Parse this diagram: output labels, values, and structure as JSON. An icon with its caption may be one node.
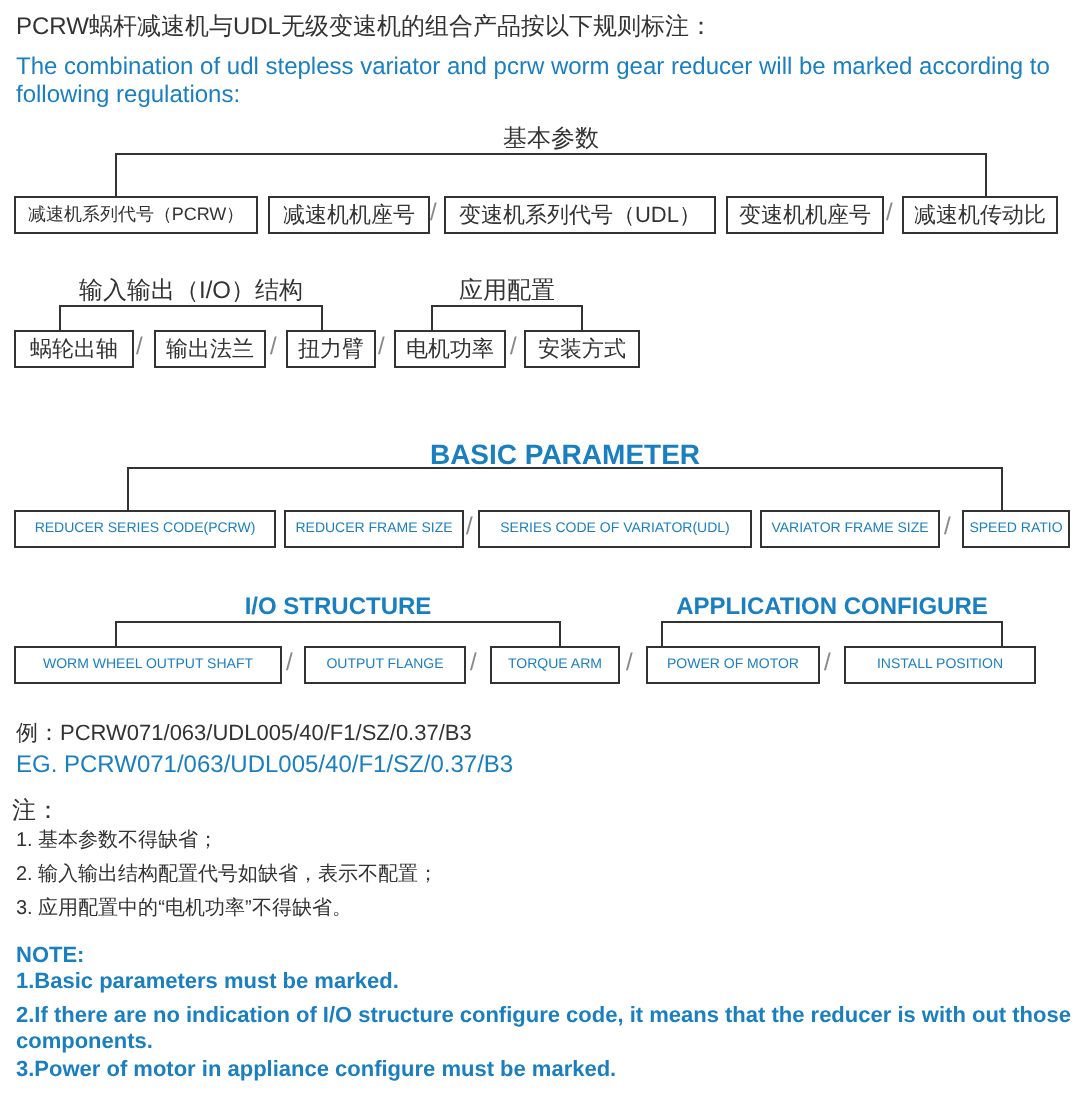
{
  "diagram": {
    "title": "PCRW蜗杆减速机与UDL无级变速机的组合产品按以下规则标注：",
    "nodes": [
      {
        "text": [
          "减速机系列代号（PCRW）"
        ]
      },
      {
        "text": [
          "减速机机座号"
        ]
      },
      {
        "text": [
          "变速机系列代号（UDL）"
        ]
      },
      {
        "text": [
          "变速机机座号"
        ]
      },
      {
        "text": [
          "减速机传动比"
        ]
      },
      {
        "text": [
          "蜗轮出轴"
        ]
      },
      {
        "text": [
          "输出法兰"
        ]
      },
      {
        "text": [
          "扭力臂"
        ]
      },
      {
        "text": [
          "电机功率"
        ]
      },
      {
        "text": [
          "安装方式"
        ]
      },
      {
        "text": [
          "REDUCER SERIES CODE(PCRW)"
        ]
      },
      {
        "text": [
          "REDUCER FRAME SIZE"
        ]
      },
      {
        "text": [
          "SERIES CODE OF VARIATOR(UDL)"
        ]
      },
      {
        "text": [
          "VARIATOR FRAME SIZE"
        ]
      },
      {
        "text": [
          "SPEED RATIO"
        ]
      },
      {
        "text": [
          "WORM WHEEL OUTPUT SHAFT"
        ]
      },
      {
        "text": [
          "OUTPUT FLANGE"
        ]
      },
      {
        "text": [
          "TORQUE ARM"
        ]
      },
      {
        "text": [
          "POWER OF MOTOR"
        ]
      },
      {
        "text": [
          "INSTALL POSITION"
        ]
      }
    ],
    "labels": [
      "The combination of udl stepless variator and pcrw worm gear reducer will be marked according to following regulations:",
      "基本参数",
      "/",
      "/",
      "输入输出（I/O）结构",
      "应用配置",
      "/",
      "/",
      "/",
      "/",
      "BASIC PARAMETER",
      "/",
      "/",
      "I/O STRUCTURE",
      "APPLICATION CONFIGURE",
      "/",
      "/",
      "/",
      "/",
      "例：PCRW071/063/UDL005/40/F1/SZ/0.37/B3",
      "EG. PCRW071/063/UDL005/40/F1/SZ/0.37/B3",
      "注：",
      "1. 基本参数不得缺省；",
      "2. 输入输出结构配置代号如缺省，表示不配置；",
      "3. 应用配置中的“电机功率”不得缺省。",
      "NOTE:",
      "1.Basic parameters must be marked.",
      "2.If there are no indication of I/O structure configure code, it means that the reducer is with out those components.",
      "3.Power of motor in appliance configure must be marked."
    ]
  }
}
